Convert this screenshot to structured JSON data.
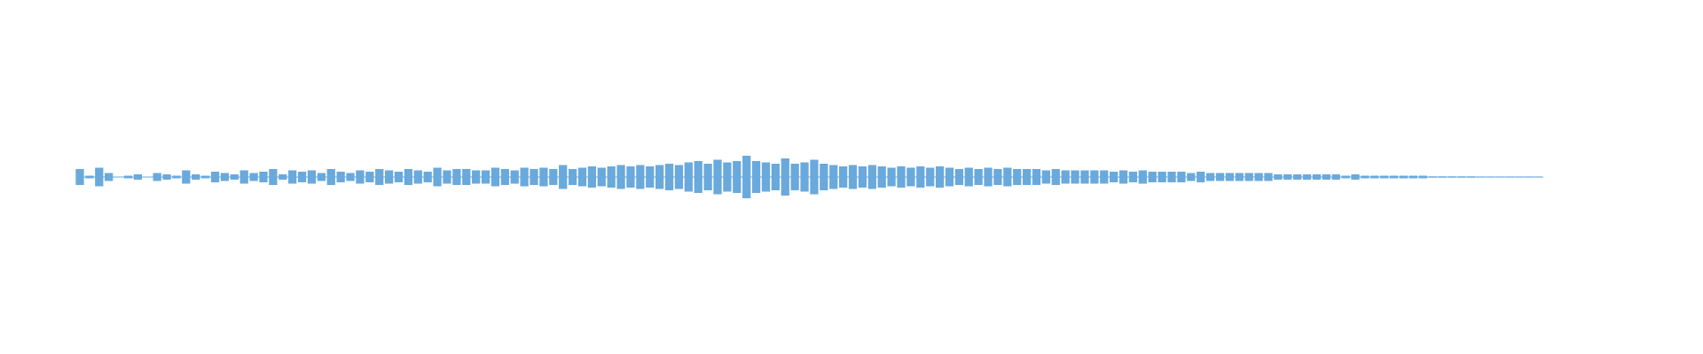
{
  "chart_data": {
    "type": "area",
    "title": "",
    "xlabel": "",
    "ylabel": "",
    "ylim": [
      -1,
      1
    ],
    "grid": false,
    "legend": "none",
    "color": "#6aa9dc",
    "series": [
      {
        "values": [
          0.06,
          0.01,
          0.07,
          0.03,
          0.0,
          0.01,
          0.02,
          0.0,
          0.03,
          0.02,
          0.01,
          0.05,
          0.02,
          0.01,
          0.04,
          0.03,
          0.02,
          0.05,
          0.03,
          0.04,
          0.06,
          0.02,
          0.05,
          0.04,
          0.05,
          0.03,
          0.06,
          0.04,
          0.03,
          0.05,
          0.04,
          0.06,
          0.05,
          0.04,
          0.06,
          0.05,
          0.04,
          0.07,
          0.05,
          0.06,
          0.06,
          0.05,
          0.05,
          0.07,
          0.06,
          0.05,
          0.07,
          0.06,
          0.07,
          0.06,
          0.09,
          0.06,
          0.07,
          0.08,
          0.07,
          0.08,
          0.09,
          0.08,
          0.09,
          0.08,
          0.09,
          0.1,
          0.09,
          0.11,
          0.12,
          0.1,
          0.13,
          0.11,
          0.12,
          0.16,
          0.12,
          0.11,
          0.1,
          0.14,
          0.1,
          0.11,
          0.13,
          0.1,
          0.09,
          0.08,
          0.09,
          0.08,
          0.09,
          0.08,
          0.07,
          0.08,
          0.07,
          0.08,
          0.07,
          0.08,
          0.07,
          0.06,
          0.07,
          0.06,
          0.07,
          0.06,
          0.07,
          0.06,
          0.06,
          0.06,
          0.05,
          0.06,
          0.05,
          0.05,
          0.05,
          0.05,
          0.05,
          0.04,
          0.05,
          0.04,
          0.05,
          0.04,
          0.04,
          0.04,
          0.04,
          0.03,
          0.04,
          0.03,
          0.03,
          0.03,
          0.03,
          0.03,
          0.03,
          0.03,
          0.02,
          0.02,
          0.02,
          0.02,
          0.02,
          0.02,
          0.02,
          0.01,
          0.02,
          0.01,
          0.01,
          0.01,
          0.01,
          0.01,
          0.01,
          0.01,
          0.005,
          0.005,
          0.005,
          0.005,
          0.005,
          0.003,
          0.003,
          0.002,
          0.002,
          0.001,
          0.001,
          0.001
        ]
      }
    ],
    "x_range": [
      0,
      1
    ]
  }
}
